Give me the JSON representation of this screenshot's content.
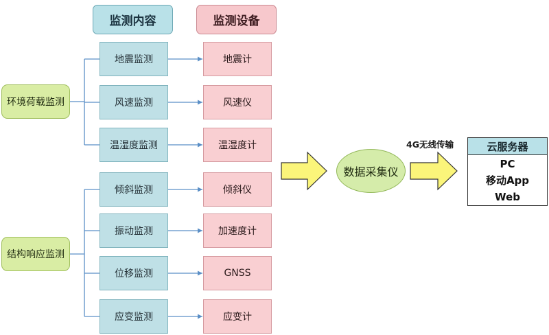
{
  "headers": {
    "content": "监测内容",
    "device": "监测设备"
  },
  "categories": [
    {
      "label": "环境荷载监测",
      "rows": [
        {
          "monitor": "地震监测",
          "device": "地震计"
        },
        {
          "monitor": "风速监测",
          "device": "风速仪"
        },
        {
          "monitor": "温湿度监测",
          "device": "温湿度计"
        }
      ]
    },
    {
      "label": "结构响应监测",
      "rows": [
        {
          "monitor": "倾斜监测",
          "device": "倾斜仪"
        },
        {
          "monitor": "振动监测",
          "device": "加速度计"
        },
        {
          "monitor": "位移监测",
          "device": "GNSS"
        },
        {
          "monitor": "应变监测",
          "device": "应变计"
        }
      ]
    }
  ],
  "collector": "数据采集仪",
  "network_label": "4G无线传输",
  "cloud": {
    "title": "云服务器",
    "items": [
      "PC",
      "移动App",
      "Web"
    ]
  },
  "colors": {
    "connector_line": "#5b8fc6",
    "big_arrow_fill": "#fbf57a",
    "big_arrow_stroke": "#333333"
  }
}
